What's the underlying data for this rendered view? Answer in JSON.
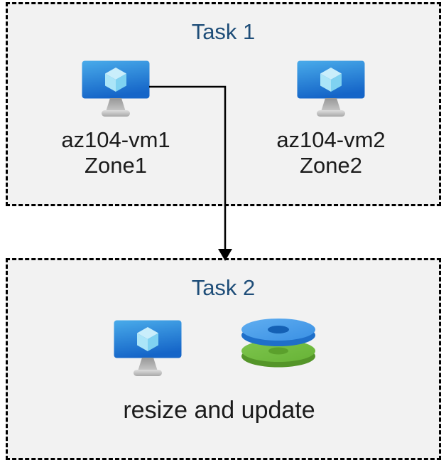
{
  "colors": {
    "canvas_bg": "#ffffff",
    "box_fill": "#f2f2f2",
    "border": "#000000",
    "title": "#1f4e79",
    "label": "#1b1b1b",
    "arrow": "#000000",
    "vm_screen_top": "#46a9ea",
    "vm_screen_bottom": "#1767ca",
    "disk_blue": "#3e94e6",
    "disk_green": "#6fbb3e"
  },
  "task1": {
    "title": "Task 1",
    "vms": [
      {
        "icon": "vm-monitor-icon",
        "name": "az104-vm1",
        "zone": "Zone1"
      },
      {
        "icon": "vm-monitor-icon",
        "name": "az104-vm2",
        "zone": "Zone2"
      }
    ]
  },
  "task2": {
    "title": "Task 2",
    "icons": [
      "vm-monitor-icon",
      "stacked-disks-icon"
    ],
    "caption": "resize and update"
  },
  "arrow": {
    "from": "az104-vm1",
    "to": "Task 2"
  }
}
